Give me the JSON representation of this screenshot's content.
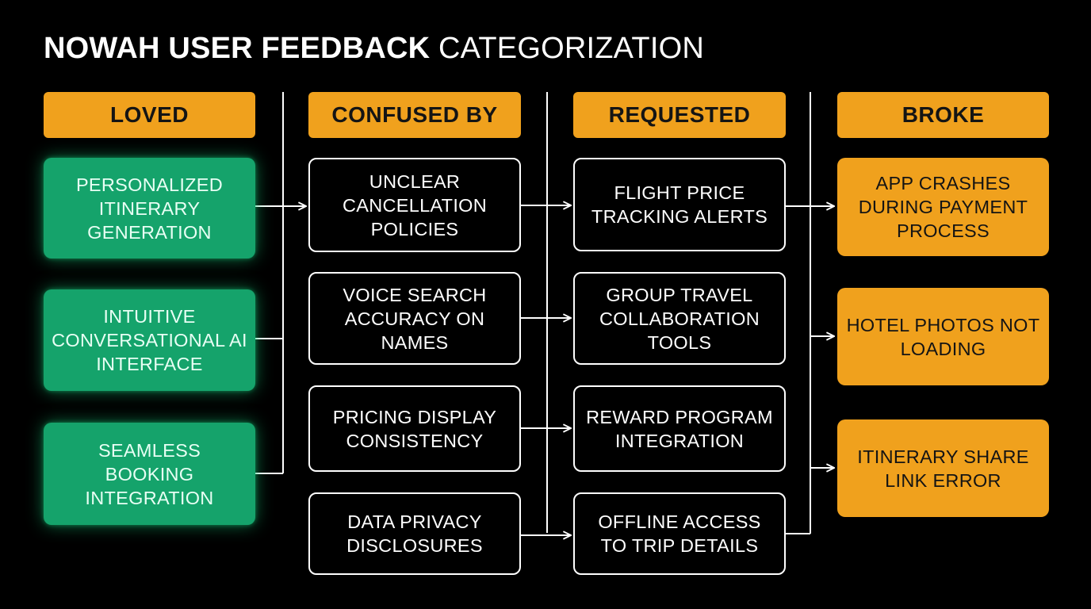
{
  "title": {
    "bold": "NOWAH USER FEEDBACK",
    "light": "CATEGORIZATION"
  },
  "colors": {
    "background": "#000000",
    "header_fill": "#f0a11d",
    "loved_fill": "#15a36b",
    "broke_fill": "#f0a11d",
    "line": "#ffffff"
  },
  "columns": [
    {
      "header": "LOVED",
      "items": [
        "PERSONALIZED ITINERARY GENERATION",
        "INTUITIVE CONVERSATIONAL AI INTERFACE",
        "SEAMLESS BOOKING INTEGRATION"
      ]
    },
    {
      "header": "CONFUSED BY",
      "items": [
        "UNCLEAR CANCELLATION POLICIES",
        "VOICE SEARCH ACCURACY ON NAMES",
        "PRICING DISPLAY CONSISTENCY",
        "DATA PRIVACY DISCLOSURES"
      ]
    },
    {
      "header": "REQUESTED",
      "items": [
        "FLIGHT PRICE TRACKING ALERTS",
        "GROUP TRAVEL COLLABORATION TOOLS",
        "REWARD PROGRAM INTEGRATION",
        "OFFLINE ACCESS TO TRIP DETAILS"
      ]
    },
    {
      "header": "BROKE",
      "items": [
        "APP CRASHES DURING PAYMENT PROCESS",
        "HOTEL PHOTOS NOT LOADING",
        "ITINERARY SHARE LINK ERROR"
      ]
    }
  ]
}
